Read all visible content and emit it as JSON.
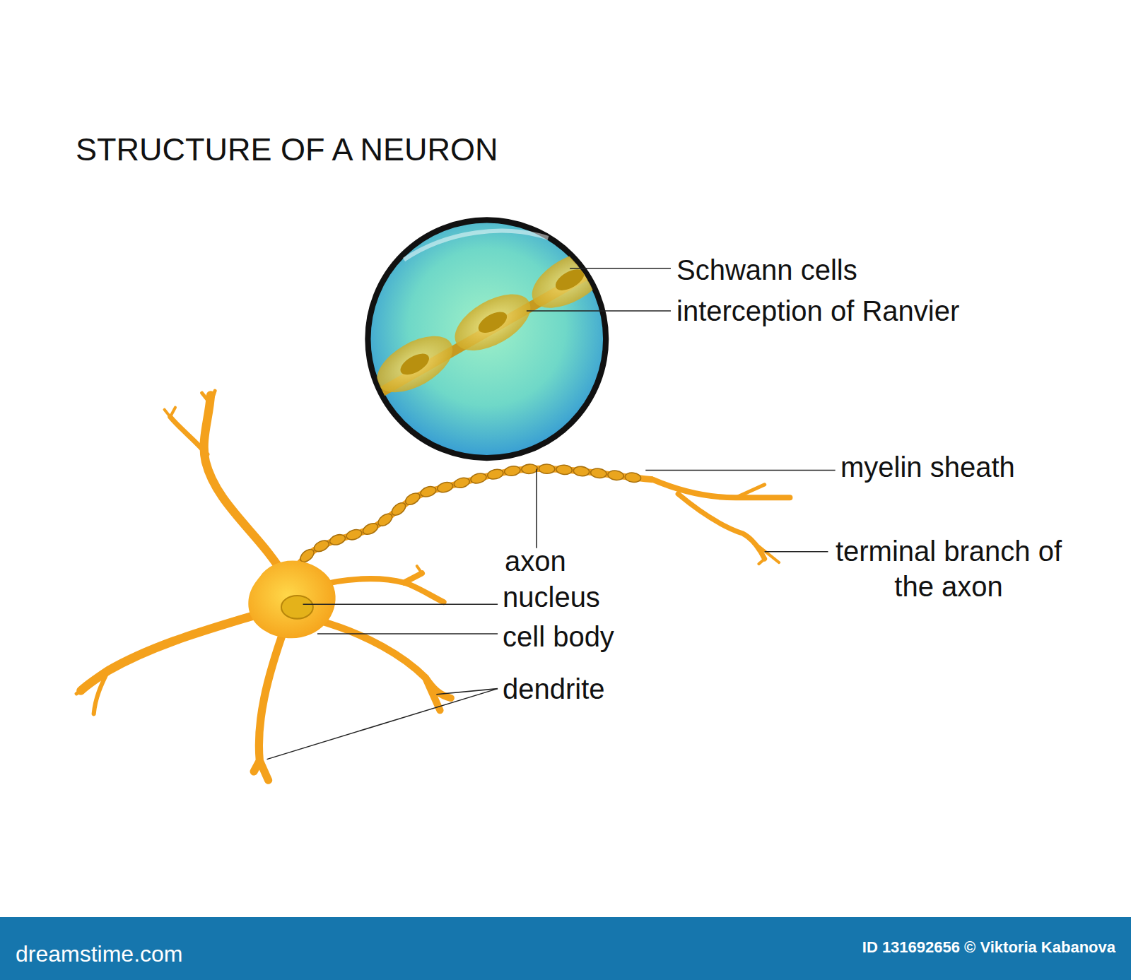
{
  "diagram": {
    "title": "STRUCTURE OF A NEURON",
    "labels": [
      "Schwann cells",
      "interception of Ranvier",
      "myelin sheath",
      "axon",
      "nucleus",
      "cell body",
      "dendrite",
      "terminal branch of the axon",
      "dreamstime.com",
      "ID 131692656 © Viktoria Kabanova"
    ]
  }
}
